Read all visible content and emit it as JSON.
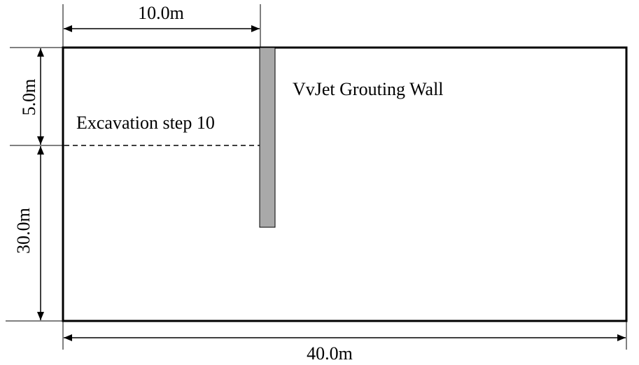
{
  "dimensions": {
    "top_width": "10.0m",
    "upper_depth": "5.0m",
    "lower_depth": "30.0m",
    "total_width": "40.0m"
  },
  "labels": {
    "wall": "VvJet Grouting Wall",
    "excavation": "Excavation step 10"
  },
  "colors": {
    "line": "#000000",
    "wall_fill": "#a9a9a9",
    "background": "#ffffff"
  }
}
